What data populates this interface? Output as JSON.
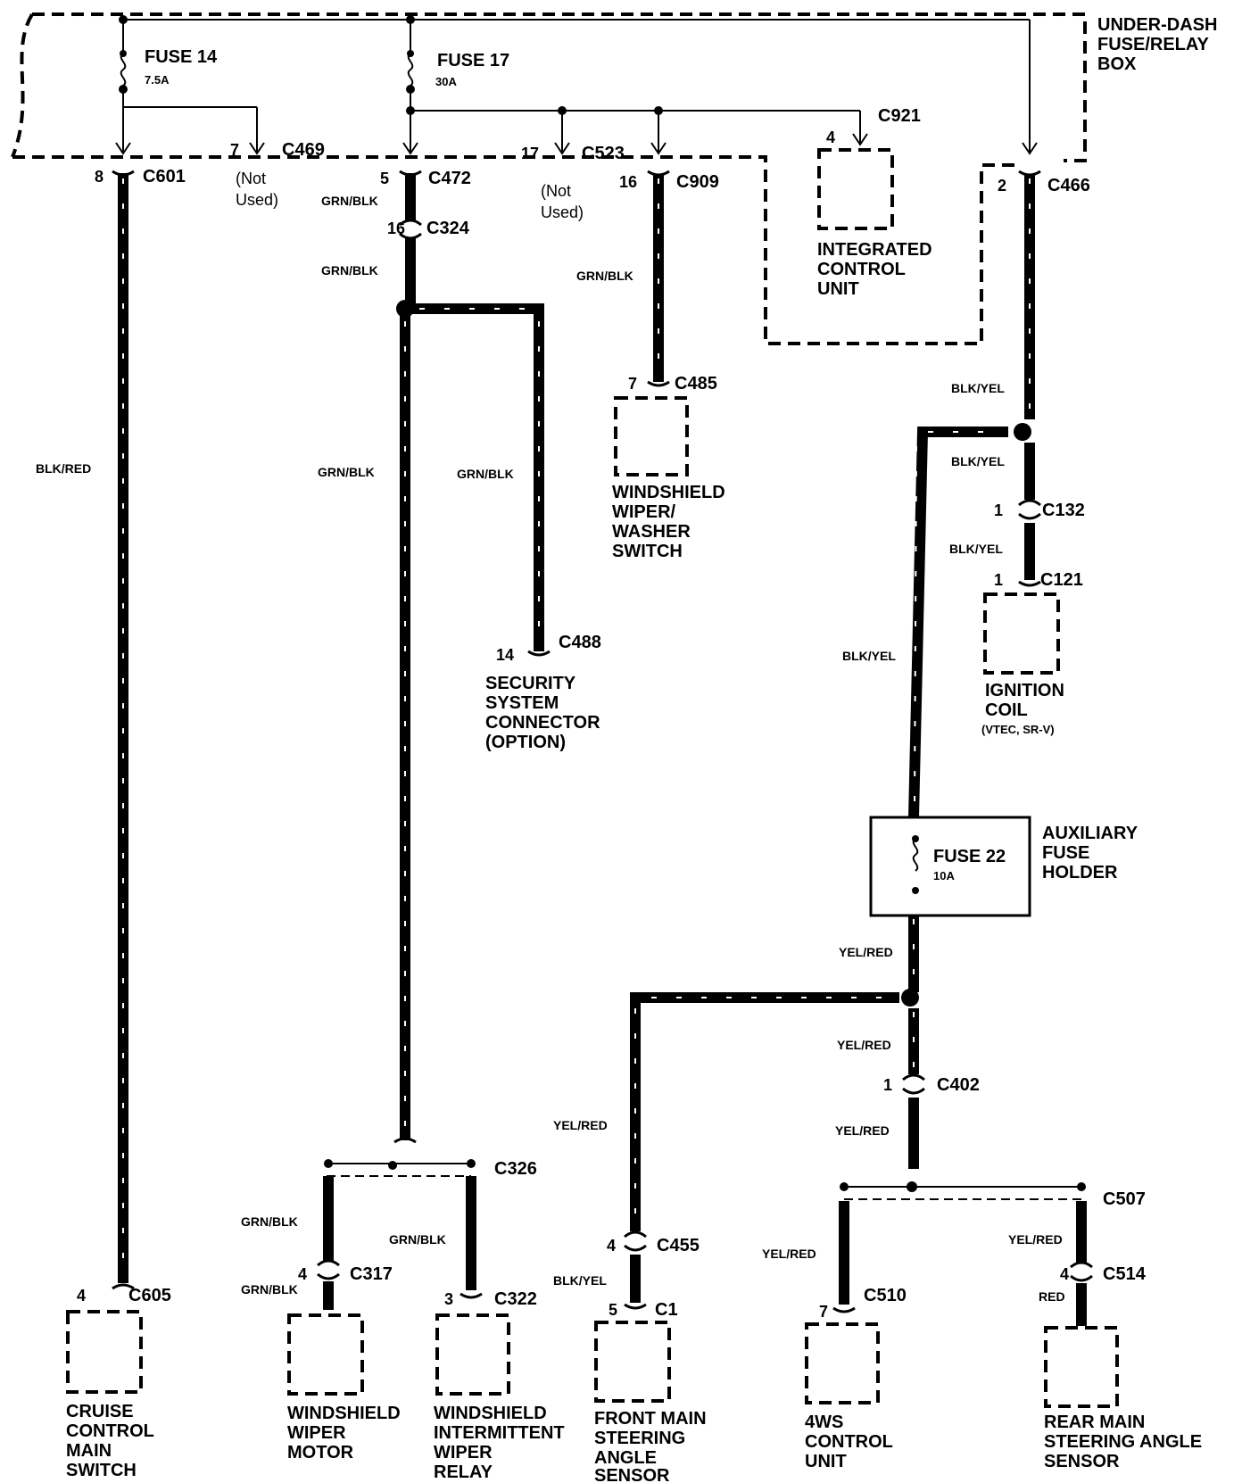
{
  "fuse_box": {
    "lines": [
      "UNDER-DASH",
      "FUSE/RELAY",
      "BOX"
    ]
  },
  "fuses": {
    "f14": {
      "name": "FUSE 14",
      "rating": "7.5A"
    },
    "f17": {
      "name": "FUSE 17",
      "rating": "30A"
    },
    "f22": {
      "name": "FUSE 22",
      "rating": "10A"
    }
  },
  "aux_fuse_holder": {
    "lines": [
      "AUXILIARY",
      "FUSE",
      "HOLDER"
    ]
  },
  "connectors": {
    "c601": {
      "id": "C601",
      "pin": "8"
    },
    "c469": {
      "id": "C469",
      "pin": "7"
    },
    "c472": {
      "id": "C472",
      "pin": "5"
    },
    "c523": {
      "id": "C523",
      "pin": "17"
    },
    "c909": {
      "id": "C909",
      "pin": "16"
    },
    "c921": {
      "id": "C921",
      "pin": "4"
    },
    "c466": {
      "id": "C466",
      "pin": "2"
    },
    "c324": {
      "id": "C324",
      "pin": "16"
    },
    "c485": {
      "id": "C485",
      "pin": "7"
    },
    "c488": {
      "id": "C488",
      "pin": "14"
    },
    "c132": {
      "id": "C132",
      "pin": "1"
    },
    "c121": {
      "id": "C121",
      "pin": "1"
    },
    "c402": {
      "id": "C402",
      "pin": "1"
    },
    "c326": {
      "id": "C326"
    },
    "c507": {
      "id": "C507"
    },
    "c317": {
      "id": "C317",
      "pin": "4"
    },
    "c322": {
      "id": "C322",
      "pin": "3"
    },
    "c455": {
      "id": "C455",
      "pin": "4"
    },
    "c1": {
      "id": "C1",
      "pin": "5"
    },
    "c510": {
      "id": "C510",
      "pin": "7"
    },
    "c514": {
      "id": "C514",
      "pin": "4"
    },
    "c605": {
      "id": "C605",
      "pin": "4"
    }
  },
  "not_used": [
    "(Not",
    "Used)"
  ],
  "wires": {
    "blk_red": "BLK/RED",
    "grn_blk": "GRN/BLK",
    "blk_yel": "BLK/YEL",
    "yel_red": "YEL/RED",
    "red": "RED"
  },
  "components": {
    "icu": [
      "INTEGRATED",
      "CONTROL",
      "UNIT"
    ],
    "wiper_switch": [
      "WINDSHIELD",
      "WIPER/",
      "WASHER",
      "SWITCH"
    ],
    "security": [
      "SECURITY",
      "SYSTEM",
      "CONNECTOR",
      "(OPTION)"
    ],
    "ignition_coil": [
      "IGNITION",
      "COIL"
    ],
    "ignition_coil_note": "(VTEC, SR-V)",
    "cruise": [
      "CRUISE",
      "CONTROL",
      "MAIN",
      "SWITCH"
    ],
    "wiper_motor": [
      "WINDSHIELD",
      "WIPER",
      "MOTOR"
    ],
    "wiper_relay": [
      "WINDSHIELD",
      "INTERMITTENT",
      "WIPER",
      "RELAY"
    ],
    "front_sensor": [
      "FRONT MAIN",
      "STEERING",
      "ANGLE",
      "SENSOR"
    ],
    "ws_unit": [
      "4WS",
      "CONTROL",
      "UNIT"
    ],
    "rear_sensor": [
      "REAR MAIN",
      "STEERING ANGLE",
      "SENSOR"
    ]
  }
}
